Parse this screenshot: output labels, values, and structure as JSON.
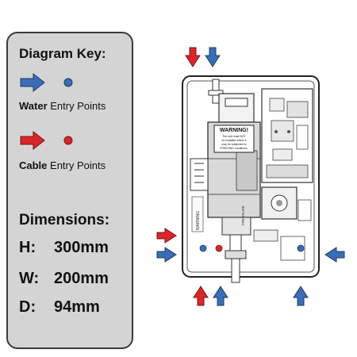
{
  "key": {
    "title": "Diagram Key:",
    "water_bold": "Water",
    "water_rest": " Entry Points",
    "cable_bold": "Cable",
    "cable_rest": " Entry Points"
  },
  "dimensions": {
    "title": "Dimensions:",
    "height_label": "H:",
    "height_value": "300mm",
    "width_label": "W:",
    "width_value": "200mm",
    "depth_label": "D:",
    "depth_value": "94mm"
  },
  "device": {
    "warning_title": "WARNING!",
    "warning_text": [
      "The unit must NOT",
      "be installed where it",
      "may be subjected to",
      "FREEZING conditions."
    ],
    "side_label": "WARNING",
    "bottom_label": "PRESSURE"
  },
  "colors": {
    "water": "#3a6db5",
    "cable": "#d8262b",
    "panel": "#d4d4d4"
  }
}
